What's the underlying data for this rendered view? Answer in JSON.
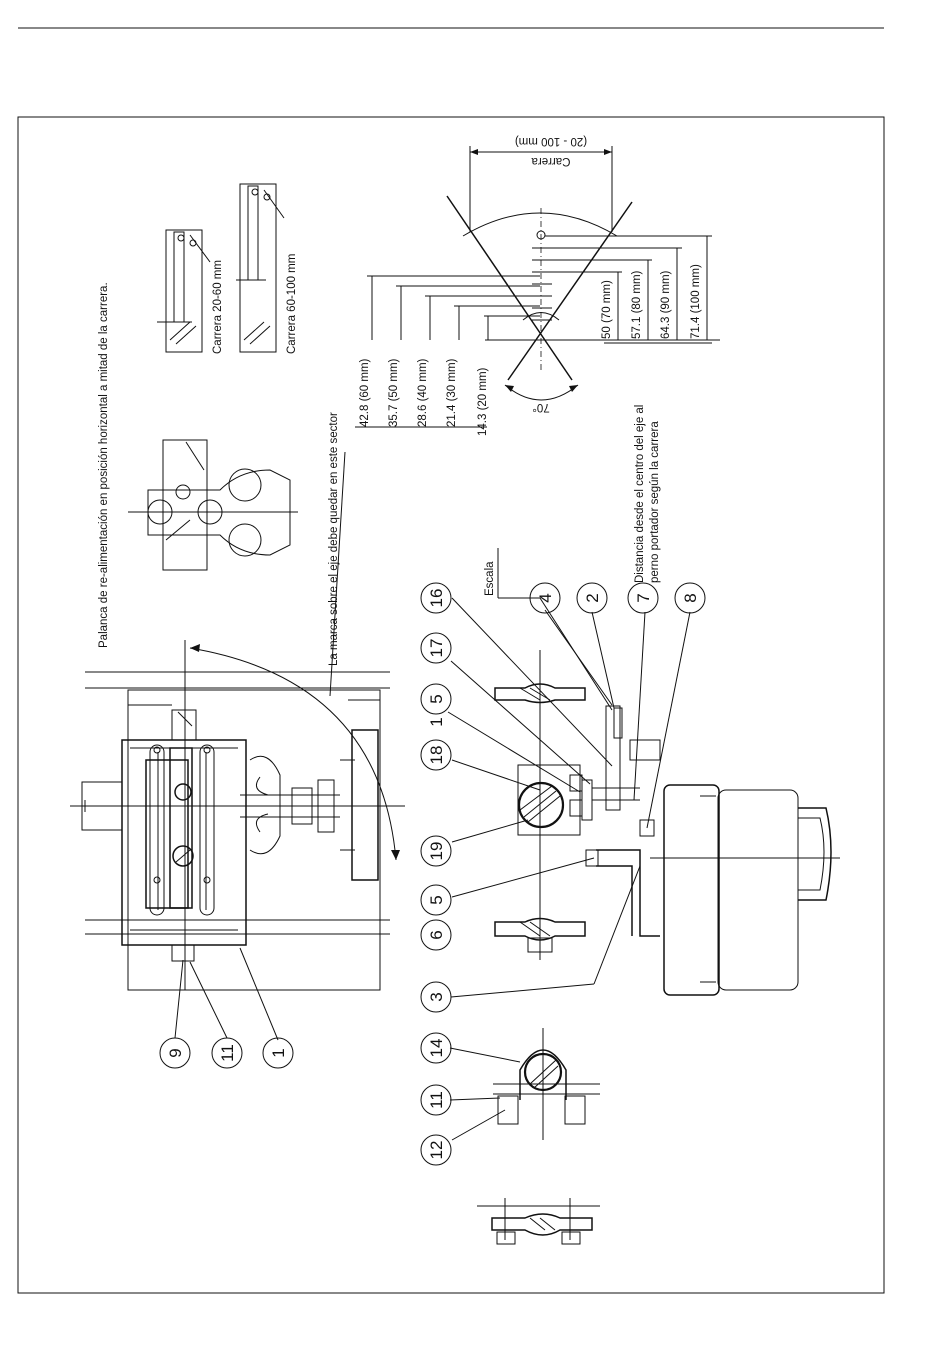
{
  "figure": {
    "feedback_lever_note": "Palanca de re-alimentación en posición horizontal a mitad de la carrera.",
    "sector_note": "La marca sobre el eje debe quedar en este sector",
    "stroke_small": "Carrera 20-60 mm",
    "stroke_large": "Carrera 60-100 mm",
    "scale_label": "Escala",
    "distance_note_line1": "Distancia desde el centro del eje al",
    "distance_note_line2": "perno portador según la carrera",
    "carrera_label": "Carrera",
    "carrera_range": "(20 - 100 mm)",
    "angle_label": "70°",
    "dims_left": [
      "42.8 (60 mm)",
      "35.7 (50 mm)",
      "28.6 (40 mm)",
      "21.4 (30 mm)",
      "14.3 (20 mm)"
    ],
    "dims_right": [
      "50 (70 mm)",
      "57.1 (80 mm)",
      "64.3 (90 mm)",
      "71.4 (100 mm)"
    ],
    "callouts": {
      "c16": "16",
      "c17": "17",
      "c5a": "5",
      "c1b": "1",
      "c18": "18",
      "c19": "19",
      "c5b": "5",
      "c6": "6",
      "c3": "3",
      "c4": "4",
      "c2": "2",
      "c7": "7",
      "c8": "8",
      "c9": "9",
      "c11a": "11",
      "c1": "1",
      "c14": "14",
      "c11b": "11",
      "c12": "12"
    }
  }
}
